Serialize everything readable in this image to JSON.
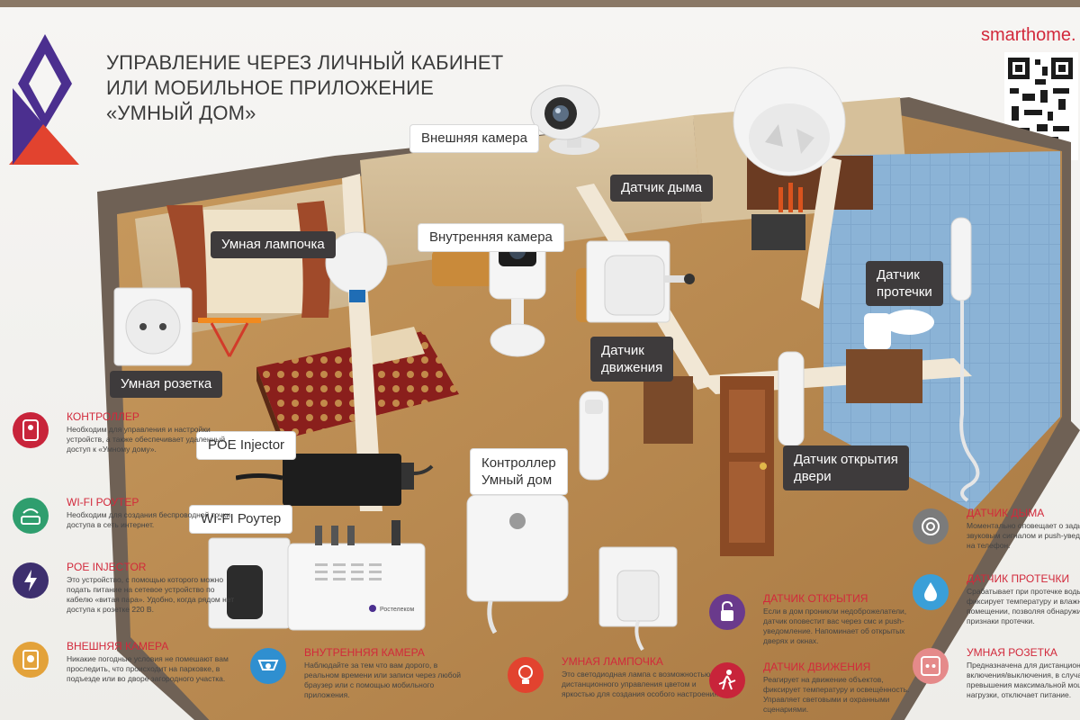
{
  "brand": "smarthome.",
  "headline": {
    "line1": "УПРАВЛЕНИЕ ЧЕРЕЗ ЛИЧНЫЙ КАБИНЕТ",
    "line2": "ИЛИ МОБИЛЬНОЕ ПРИЛОЖЕНИЕ",
    "line3": "«УМНЫЙ ДОМ»"
  },
  "scene_labels": {
    "outdoor_camera": "Внешняя камера",
    "smoke_sensor": "Датчик дыма",
    "smart_bulb": "Умная лампочка",
    "indoor_camera": "Внутренняя камера",
    "leak_sensor_1": "Датчик",
    "leak_sensor_2": "протечки",
    "motion_sensor_1": "Датчик",
    "motion_sensor_2": "движения",
    "smart_socket": "Умная розетка",
    "poe_injector": "POE Injector",
    "controller_1": "Контроллер",
    "controller_2": "Умный дом",
    "door_sensor_1": "Датчик открытия",
    "door_sensor_2": "двери",
    "wifi_router": "WI-FI Роутер",
    "router_brand": "Ростелеком"
  },
  "legend": {
    "controller": {
      "title": "КОНТРОЛЛЕР",
      "text": "Необходим для управления и настройки устройств, а также обеспечивает удаленный доступ к «Умному дому»."
    },
    "wifi_router": {
      "title": "WI-FI РОУТЕР",
      "text": "Необходим для создания беспроводной точки доступа в сеть интернет."
    },
    "poe_injector": {
      "title": "POE INJECTOR",
      "text": "Это устройство, с помощью которого можно подать питание на сетевое устройство по кабелю «витая пара». Удобно, когда рядом нет доступа к розетке 220 В."
    },
    "outdoor_camera": {
      "title": "ВНЕШНЯЯ КАМЕРА",
      "text": "Никакие погодные условия не помешают вам проследить, что происходит на парковке, в подъезде или во дворе загородного участка."
    },
    "indoor_camera": {
      "title": "ВНУТРЕННЯЯ КАМЕРА",
      "text": "Наблюдайте за тем что вам дорого, в реальном времени или записи через любой браузер или с помощью мобильного приложения."
    },
    "smart_bulb": {
      "title": "УМНАЯ ЛАМПОЧКА",
      "text": "Это светодиодная лампа с возможностью дистанционного управления цветом и яркостью для создания особого настроения."
    },
    "door_sensor": {
      "title": "ДАТЧИК ОТКРЫТИЯ",
      "text": "Если в дом проникли недоброжелатели, датчик оповестит вас через смс и push-уведомление. Напоминает об открытых дверях и окнах."
    },
    "motion_sensor": {
      "title": "ДАТЧИК ДВИЖЕНИЯ",
      "text": "Реагирует на движение объектов, фиксирует температуру и освещённость. Управляет световыми и охранными сценариями."
    },
    "smoke_sensor": {
      "title": "ДАТЧИК ДЫМА",
      "text": "Моментально оповещает о задымлении звуковым сигналом и push-уведомлением на телефон."
    },
    "leak_sensor": {
      "title": "ДАТЧИК ПРОТЕЧКИ",
      "text": "Срабатывает при протечке воды, фиксирует температуру и влажность в помещении, позволяя обнаружить первые признаки протечки."
    },
    "smart_socket": {
      "title": "УМНАЯ РОЗЕТКА",
      "text": "Предназначена для дистанционного включения/выключения, в случае превышения максимальной мощности нагрузки, отключает питание."
    }
  },
  "colors": {
    "accent": "#d2293b",
    "logo_violet": "#4b2f8f",
    "tag_bg": "#3e3b3c",
    "icon_controller": "#c8243a",
    "icon_wifi": "#2f9e6e",
    "icon_poe": "#3d2f6e",
    "icon_camera": "#e3a23a",
    "icon_indoor_camera": "#2f8fd0",
    "icon_bulb": "#e2432f",
    "icon_door": "#6a3a8c",
    "icon_motion": "#c8243a",
    "icon_smoke": "#7b7b7b",
    "icon_leak": "#3a9fd8",
    "icon_socket": "#e58a8a"
  }
}
